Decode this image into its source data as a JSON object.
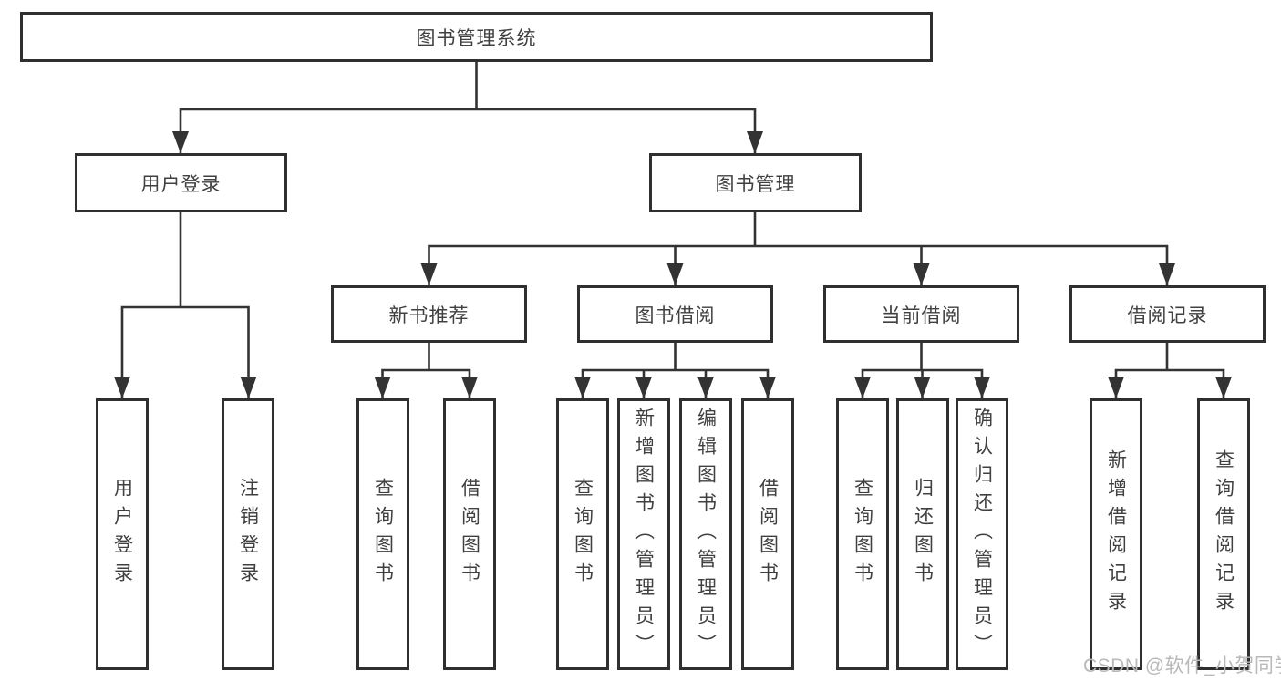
{
  "colors": {
    "line": "#333333",
    "box-border": "#2f2f2f",
    "text": "#404040",
    "watermark": "#b9b9b9",
    "bg": "#ffffff"
  },
  "diagram_type": "tree",
  "tree": {
    "label": "图书管理系统",
    "children": [
      {
        "label": "用户登录",
        "children": [
          {
            "label": "用户登录"
          },
          {
            "label": "注销登录"
          }
        ]
      },
      {
        "label": "图书管理",
        "children": [
          {
            "label": "新书推荐",
            "children": [
              {
                "label": "查询图书"
              },
              {
                "label": "借阅图书"
              }
            ]
          },
          {
            "label": "图书借阅",
            "children": [
              {
                "label": "查询图书"
              },
              {
                "label": "新增图书（管理员）"
              },
              {
                "label": "编辑图书（管理员）"
              },
              {
                "label": "借阅图书"
              }
            ]
          },
          {
            "label": "当前借阅",
            "children": [
              {
                "label": "查询图书"
              },
              {
                "label": "归还图书"
              },
              {
                "label": "确认归还（管理员）"
              }
            ]
          },
          {
            "label": "借阅记录",
            "children": [
              {
                "label": "新增借阅记录"
              },
              {
                "label": "查询借阅记录"
              }
            ]
          }
        ]
      }
    ]
  },
  "watermark": "CSDN @软件_小贺同学"
}
